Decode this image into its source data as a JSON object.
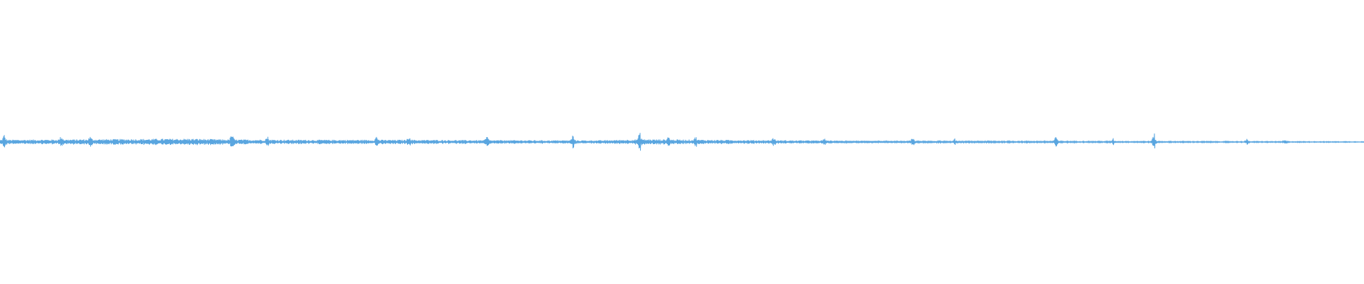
{
  "waveform": {
    "color": "#5aa6e0",
    "background": "#ffffff",
    "baseline_amplitude": 0.012,
    "envelope": [
      {
        "t": 0.0,
        "a": 0.016
      },
      {
        "t": 0.04,
        "a": 0.018
      },
      {
        "t": 0.1,
        "a": 0.022
      },
      {
        "t": 0.14,
        "a": 0.024
      },
      {
        "t": 0.17,
        "a": 0.018
      },
      {
        "t": 0.23,
        "a": 0.016
      },
      {
        "t": 0.3,
        "a": 0.016
      },
      {
        "t": 0.36,
        "a": 0.013
      },
      {
        "t": 0.44,
        "a": 0.012
      },
      {
        "t": 0.47,
        "a": 0.02
      },
      {
        "t": 0.52,
        "a": 0.016
      },
      {
        "t": 0.58,
        "a": 0.012
      },
      {
        "t": 0.64,
        "a": 0.008
      },
      {
        "t": 0.7,
        "a": 0.006
      },
      {
        "t": 0.8,
        "a": 0.005
      },
      {
        "t": 0.9,
        "a": 0.004
      },
      {
        "t": 1.0,
        "a": 0.003
      }
    ],
    "spikes": [
      {
        "t": 0.003,
        "a": 0.045
      },
      {
        "t": 0.045,
        "a": 0.035
      },
      {
        "t": 0.066,
        "a": 0.025
      },
      {
        "t": 0.17,
        "a": 0.055
      },
      {
        "t": 0.196,
        "a": 0.03
      },
      {
        "t": 0.276,
        "a": 0.03
      },
      {
        "t": 0.3,
        "a": 0.04
      },
      {
        "t": 0.357,
        "a": 0.035
      },
      {
        "t": 0.42,
        "a": 0.045
      },
      {
        "t": 0.469,
        "a": 0.06
      },
      {
        "t": 0.49,
        "a": 0.03
      },
      {
        "t": 0.51,
        "a": 0.03
      },
      {
        "t": 0.567,
        "a": 0.028
      },
      {
        "t": 0.604,
        "a": 0.025
      },
      {
        "t": 0.669,
        "a": 0.035
      },
      {
        "t": 0.7,
        "a": 0.02
      },
      {
        "t": 0.774,
        "a": 0.05
      },
      {
        "t": 0.816,
        "a": 0.025
      },
      {
        "t": 0.846,
        "a": 0.075
      },
      {
        "t": 0.914,
        "a": 0.02
      },
      {
        "t": 0.942,
        "a": 0.015
      }
    ]
  }
}
